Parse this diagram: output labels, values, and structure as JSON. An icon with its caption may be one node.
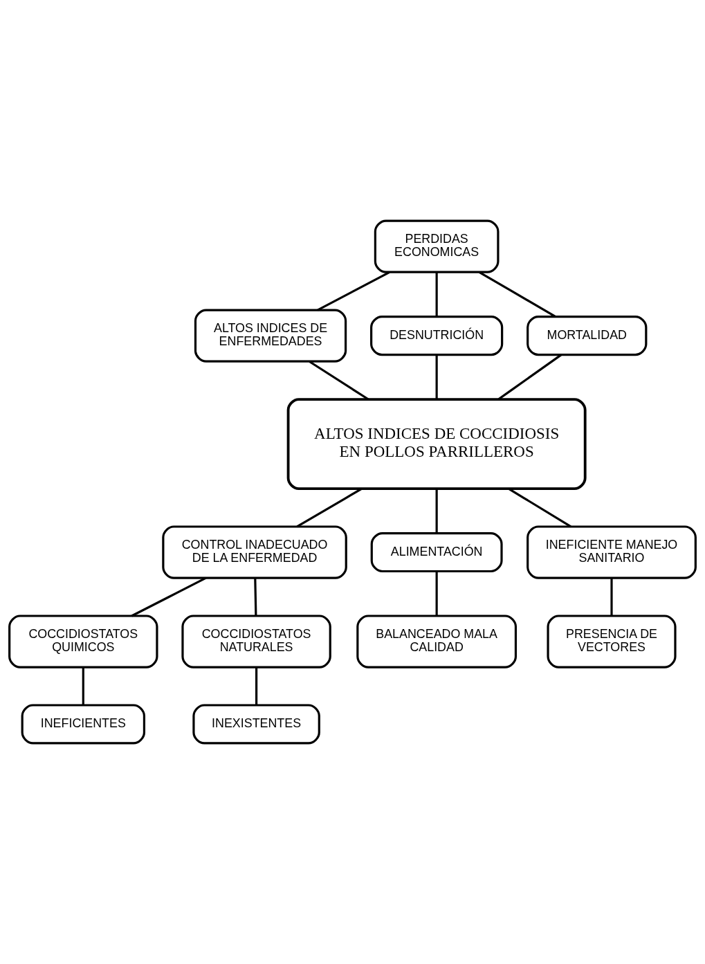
{
  "diagram": {
    "nodes": [
      {
        "text": [
          "PERDIDAS ECONOMICAS"
        ]
      },
      {
        "text": [
          "ALTOS INDICES DE ENFERMEDADES"
        ]
      },
      {
        "text": [
          "DESNUTRICIÓN"
        ]
      },
      {
        "text": [
          "MORTALIDAD"
        ]
      },
      {
        "text": [
          "ALTOS INDICES DE COCCIDIOSIS EN POLLOS PARRILLEROS"
        ]
      },
      {
        "text": [
          "CONTROL INADECUADO DE LA ENFERMEDAD"
        ]
      },
      {
        "text": [
          "ALIMENTACIÓN"
        ]
      },
      {
        "text": [
          "INEFICIENTE MANEJO SANITARIO"
        ]
      },
      {
        "text": [
          "COCCIDIOSTATOS QUIMICOS"
        ]
      },
      {
        "text": [
          "COCCIDIOSTATOS NATURALES"
        ]
      },
      {
        "text": [
          "BALANCEADO MALA CALIDAD"
        ]
      },
      {
        "text": [
          "PRESENCIA DE VECTORES"
        ]
      },
      {
        "text": [
          "INEFICIENTES"
        ]
      },
      {
        "text": [
          "INEXISTENTES"
        ]
      }
    ],
    "edges": [
      {
        "from": 0,
        "to": 1,
        "arrow": "none"
      },
      {
        "from": 0,
        "to": 2,
        "arrow": "none"
      },
      {
        "from": 0,
        "to": 3,
        "arrow": "none"
      },
      {
        "from": 1,
        "to": 4,
        "arrow": "none"
      },
      {
        "from": 2,
        "to": 4,
        "arrow": "none"
      },
      {
        "from": 3,
        "to": 4,
        "arrow": "none"
      },
      {
        "from": 4,
        "to": 5,
        "arrow": "none"
      },
      {
        "from": 4,
        "to": 6,
        "arrow": "none"
      },
      {
        "from": 4,
        "to": 7,
        "arrow": "none"
      },
      {
        "from": 5,
        "to": 8,
        "arrow": "none"
      },
      {
        "from": 5,
        "to": 9,
        "arrow": "none"
      },
      {
        "from": 6,
        "to": 10,
        "arrow": "none"
      },
      {
        "from": 7,
        "to": 11,
        "arrow": "none"
      },
      {
        "from": 8,
        "to": 12,
        "arrow": "none"
      },
      {
        "from": 9,
        "to": 13,
        "arrow": "none"
      }
    ]
  }
}
